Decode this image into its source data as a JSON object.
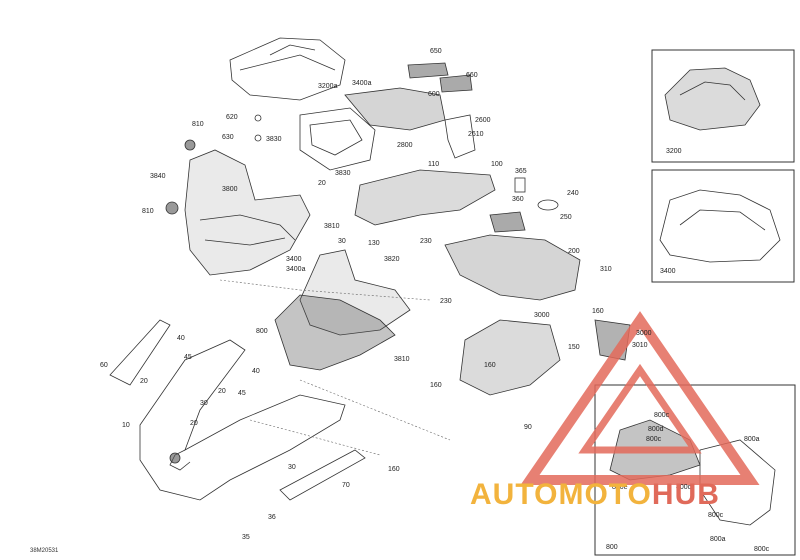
{
  "diagram_id": "38M20531",
  "watermark": {
    "left": "AUTOMOTO",
    "right": "HUB",
    "color_left": "#f2b33d",
    "color_right": "#e06a5a"
  },
  "callouts": [
    "650",
    "660",
    "600",
    "3200a",
    "3400a",
    "620",
    "630",
    "3830",
    "810",
    "2600",
    "2610",
    "2800",
    "110",
    "100",
    "365",
    "240",
    "3840",
    "3800",
    "3830",
    "20",
    "810",
    "3810",
    "360",
    "250",
    "130",
    "230",
    "30",
    "200",
    "3400",
    "3400a",
    "3820",
    "310",
    "230",
    "800",
    "3810",
    "3000",
    "160",
    "3000",
    "3010",
    "150",
    "160",
    "160",
    "40",
    "45",
    "60",
    "20",
    "20",
    "40",
    "45",
    "30",
    "10",
    "20",
    "30",
    "90",
    "160",
    "70",
    "36",
    "35",
    "800c",
    "800d",
    "800c",
    "800e",
    "800c",
    "800a",
    "800c",
    "800",
    "800c",
    "800a",
    "3200",
    "3400"
  ]
}
